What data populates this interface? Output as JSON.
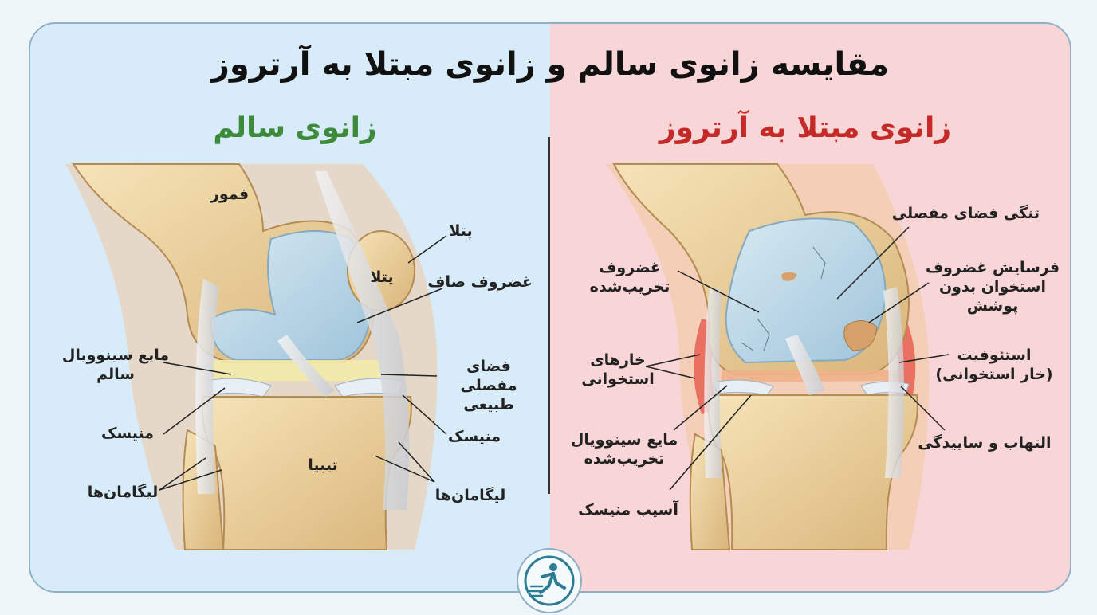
{
  "title": "مقایسه زانوی سالم و زانوی مبتلا به آرتروز",
  "healthy": {
    "heading": "زانوی سالم",
    "labels": {
      "femur": "فمور",
      "patella_outer": "پتلا",
      "patella_inner": "پتلا",
      "smooth_cartilage": "غضروف صاف",
      "synovial_fluid": "مایع سینوویال\nسالم",
      "joint_space": "فضای مفصلی\nطبیعی",
      "meniscus_left": "منیسک",
      "meniscus_right": "منیسک",
      "tibia": "تیبیا",
      "ligaments_left": "لیگامان‌ها",
      "ligaments_right": "لیگامان‌ها"
    }
  },
  "arthritic": {
    "heading": "زانوی مبتلا به آرتروز",
    "labels": {
      "joint_space_narrowing": "تنگی فضای مفصلی",
      "damaged_cartilage": "غضروف\nتخریب‌شده",
      "cartilage_erosion": "فرسایش غضروف\nاستخوان بدون\nپوشش",
      "bone_spurs": "خارهای\nاستخوانی",
      "osteophyte": "استئوفیت\n(خار استخوانی)",
      "damaged_synovial": "مایع سینوویال\nتخریب‌شده",
      "inflammation": "التهاب و ساییدگی",
      "meniscus_damage": "آسیب منیسک"
    }
  },
  "colors": {
    "healthy_bg": "#d8ebf8",
    "arthritic_bg": "#f8d5d6",
    "healthy_heading": "#3d8a3a",
    "arthritic_heading": "#c42a27",
    "bone": "#efd7a4",
    "cartilage": "#b9d6e6",
    "inflammation": "#e65a4b"
  },
  "icons": {
    "logo": "runner-logo-icon"
  }
}
